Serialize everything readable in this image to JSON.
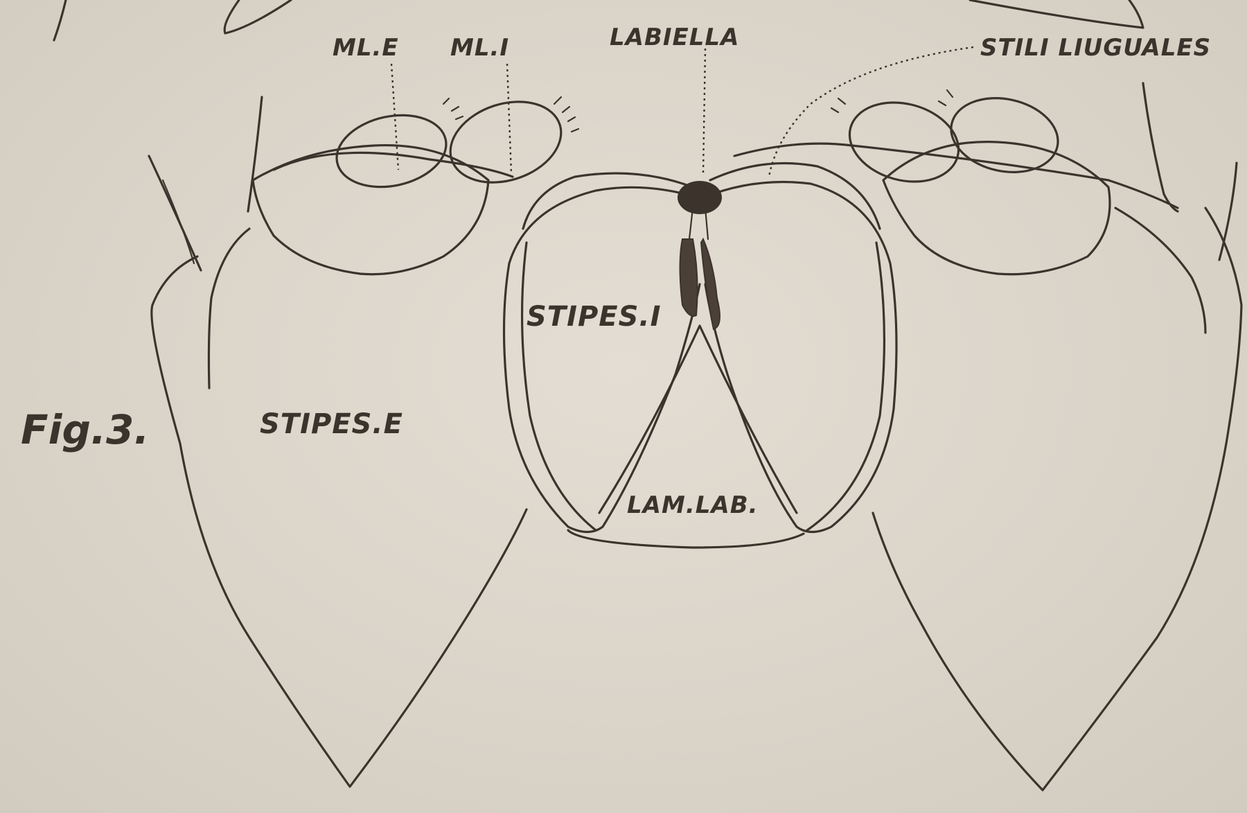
{
  "figure": {
    "label": "Fig.3."
  },
  "labels": {
    "ml_e": "ML.E",
    "ml_i": "ML.I",
    "labiella": "LABIELLA",
    "stili_linguales": "STILI LIUGUALES",
    "stipes_i": "STIPES.I",
    "stipes_e": "STIPES.E",
    "lam_lab": "LAM.LAB."
  },
  "colors": {
    "paper": "#dcd5ca",
    "ink": "#3a342d"
  }
}
